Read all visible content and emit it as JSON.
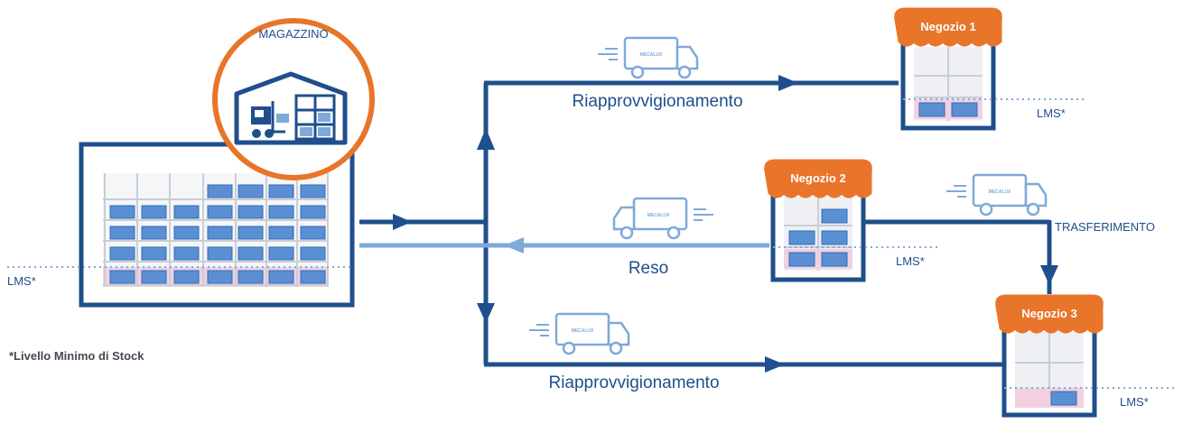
{
  "warehouse": {
    "label": "MAGAZZINO",
    "lms_label": "LMS*"
  },
  "footnote": "*Livello Minimo di Stock",
  "stores": [
    {
      "name": "Negozio 1",
      "lms_label": "LMS*"
    },
    {
      "name": "Negozio 2",
      "lms_label": "LMS*"
    },
    {
      "name": "Negozio 3",
      "lms_label": "LMS*"
    }
  ],
  "flows": {
    "restock_top": "Riapprovvigionamento",
    "return": "Reso",
    "restock_bottom": "Riapprovvigionamento",
    "transfer": "TRASFERIMENTO"
  },
  "truck_brand": "MECALUX",
  "colors": {
    "dark_blue": "#1f4f8c",
    "light_blue": "#7fa9d9",
    "box_blue": "#5b8fd4",
    "orange": "#e8752a",
    "pink": "#f2d0e0",
    "rack_gray": "#d8dbe0"
  }
}
